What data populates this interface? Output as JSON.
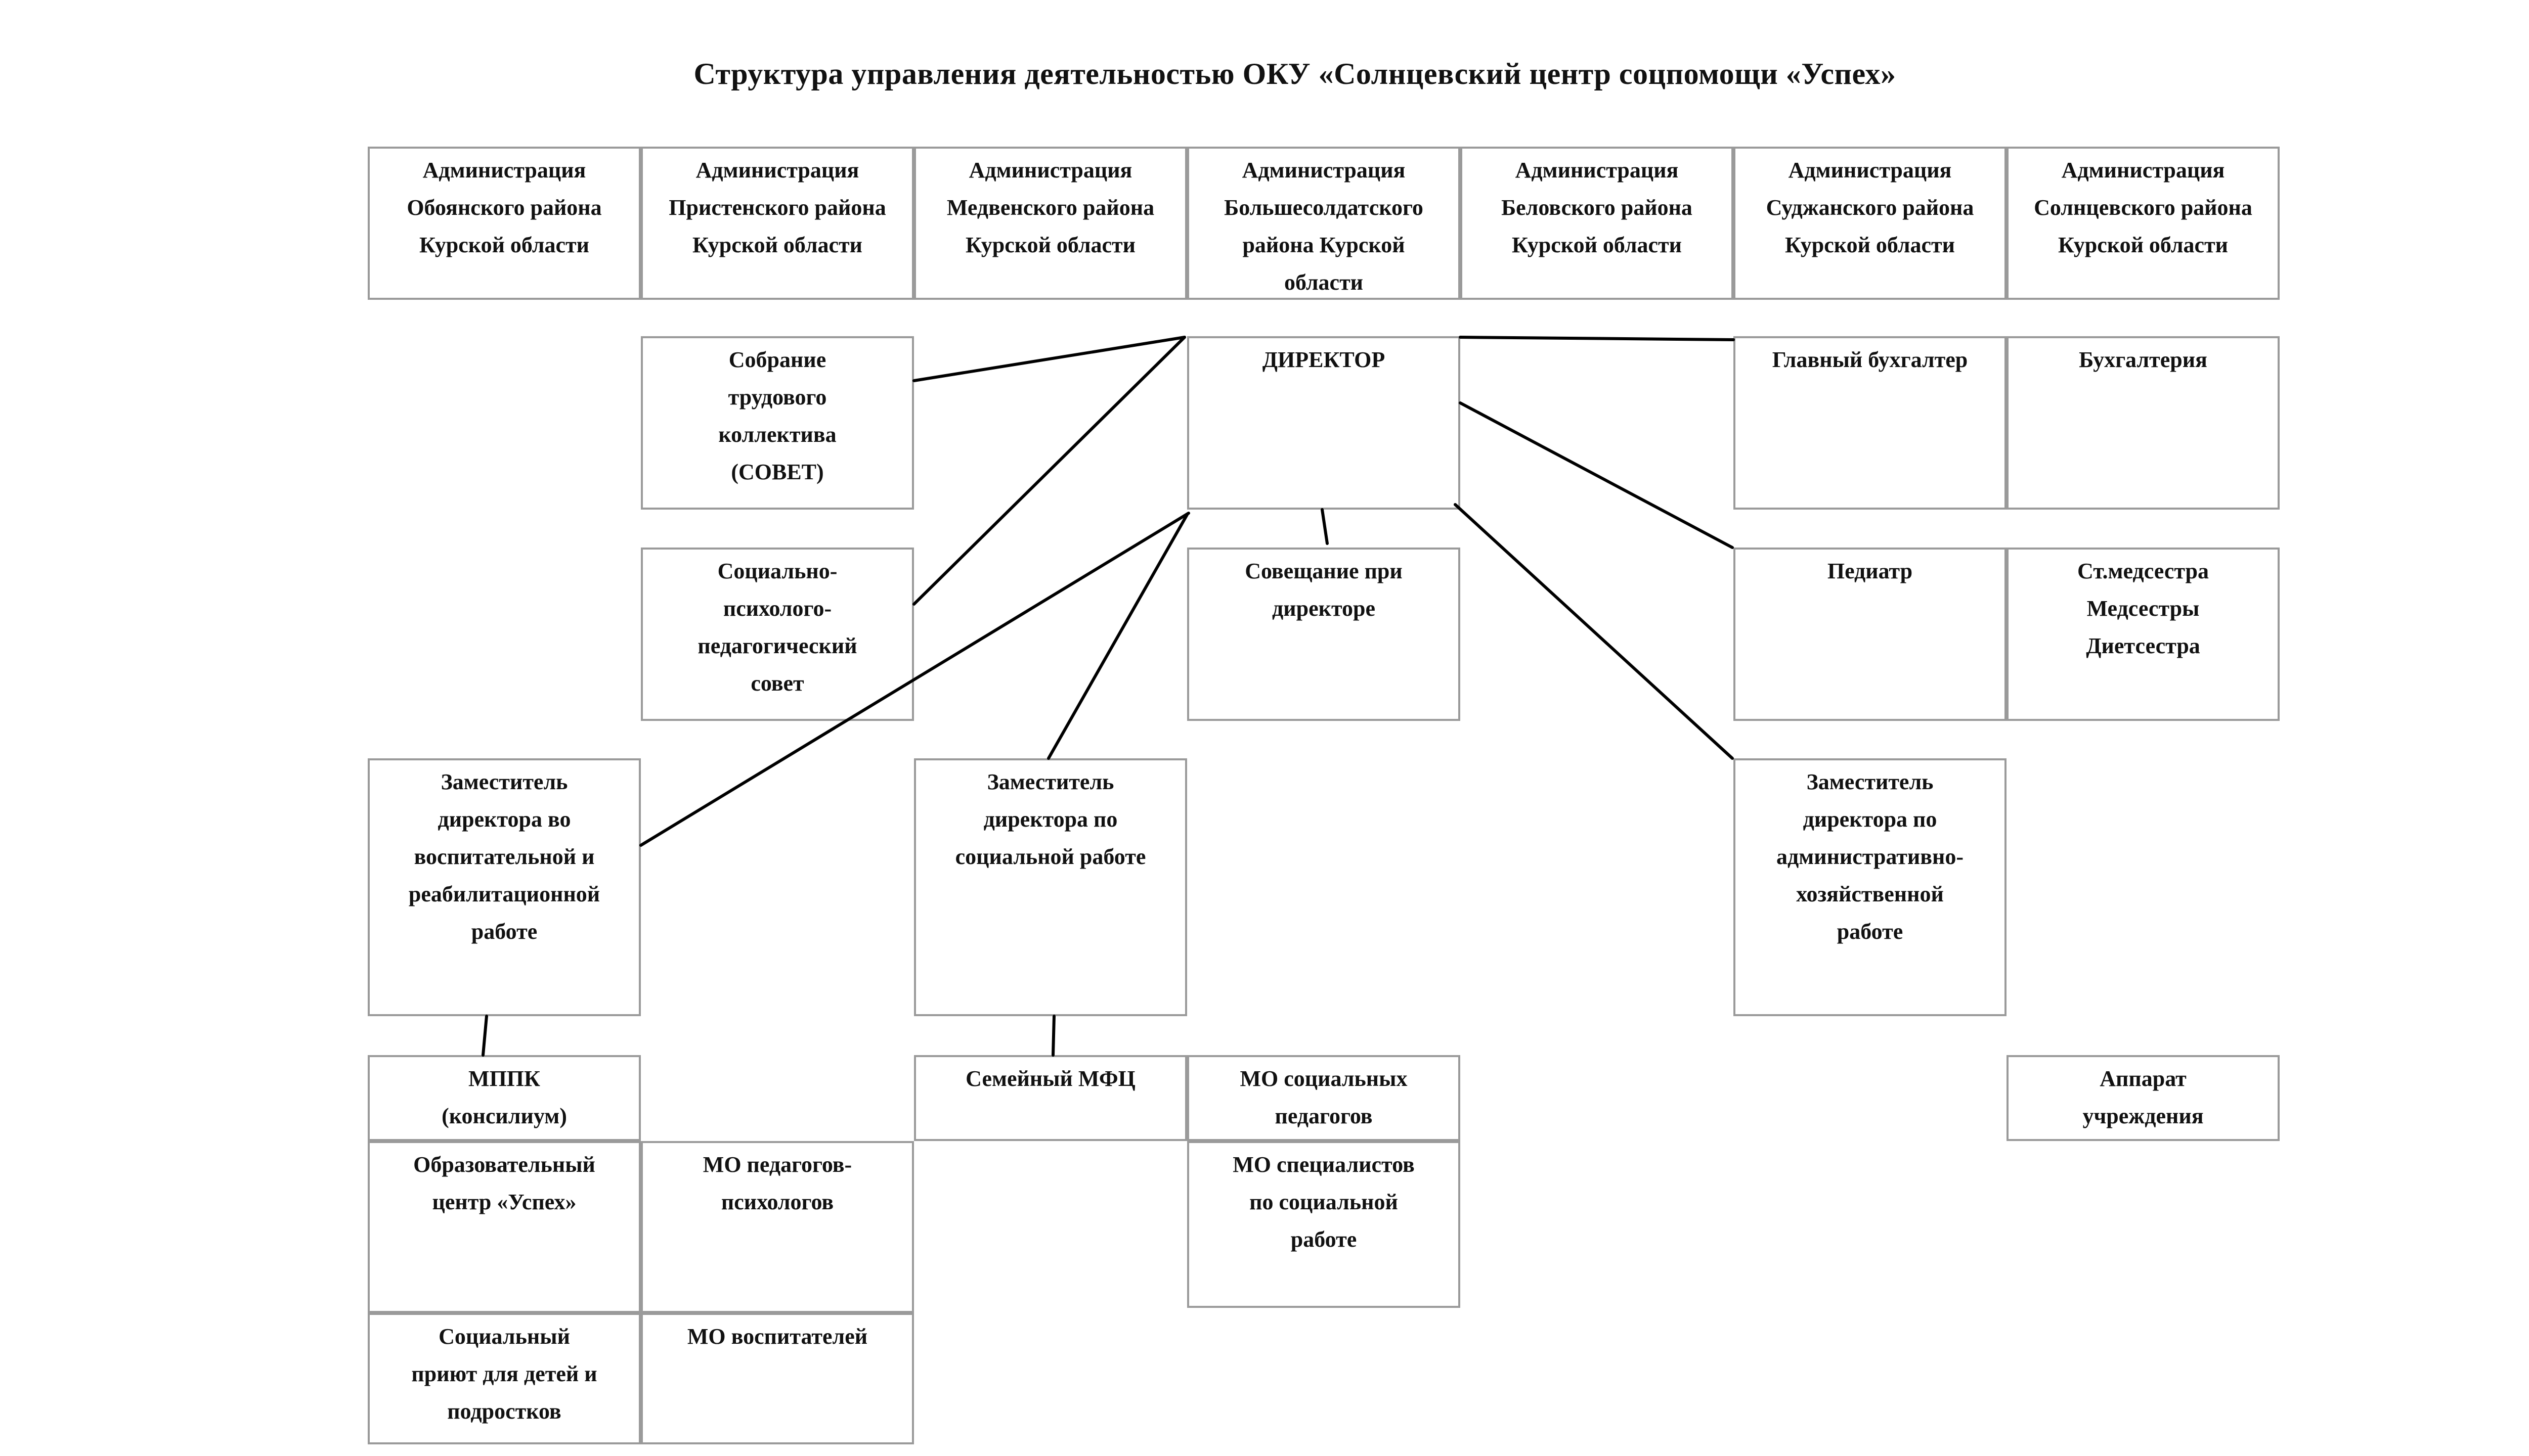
{
  "title": "Структура управления деятельностью ОКУ «Солнцевский центр соцпомощи «Успех»",
  "admins": [
    [
      "Администрация",
      "Обоянского района",
      "Курской области"
    ],
    [
      "Администрация",
      "Пристенского района",
      "Курской области"
    ],
    [
      "Администрация",
      "Медвенского района",
      "Курской области"
    ],
    [
      "Администрация",
      "Большесолдатского",
      "района Курской",
      "области"
    ],
    [
      "Администрация",
      "Беловского района",
      "Курской области"
    ],
    [
      "Администрация",
      "Суджанского района",
      "Курской области"
    ],
    [
      "Администрация",
      "Солнцевского района",
      "Курской области"
    ]
  ],
  "director": "ДИРЕКТОР",
  "sobranie": [
    "Собрание",
    "трудового",
    "коллектива",
    "(СОВЕТ)"
  ],
  "glavbuh": "Главный бухгалтер",
  "buhgalteria": "Бухгалтерия",
  "spp_sovet": [
    "Социально-",
    "психолого-",
    "педагогический",
    "совет"
  ],
  "soveshchanie": [
    "Совещание при",
    "директоре"
  ],
  "pediatr": "Педиатр",
  "medsestry": [
    "Ст.медсестра",
    "Медсестры",
    "Диетсестра"
  ],
  "zam_vosp": [
    "Заместитель",
    "директора во",
    "воспитательной и",
    "реабилитационной",
    "работе"
  ],
  "zam_soc": [
    "Заместитель",
    "директора по",
    "социальной работе"
  ],
  "zam_adm": [
    "Заместитель",
    "директора по",
    "административно-",
    "хозяйственной",
    "работе"
  ],
  "mppk": [
    "МППК",
    "(консилиум)"
  ],
  "obr_centr": [
    "Образовательный",
    "центр «Успех»"
  ],
  "mo_psych": [
    "МО педагогов-",
    "психологов"
  ],
  "soc_priut": [
    "Социальный",
    "приют для детей и",
    "подростков"
  ],
  "mo_vosp": "МО воспитателей",
  "sem_mfc": "Семейный МФЦ",
  "mo_soc_ped": [
    "МО социальных",
    "педагогов"
  ],
  "mo_spec": [
    "МО специалистов",
    "по социальной",
    "работе"
  ],
  "apparat": [
    "Аппарат",
    "учреждения"
  ]
}
